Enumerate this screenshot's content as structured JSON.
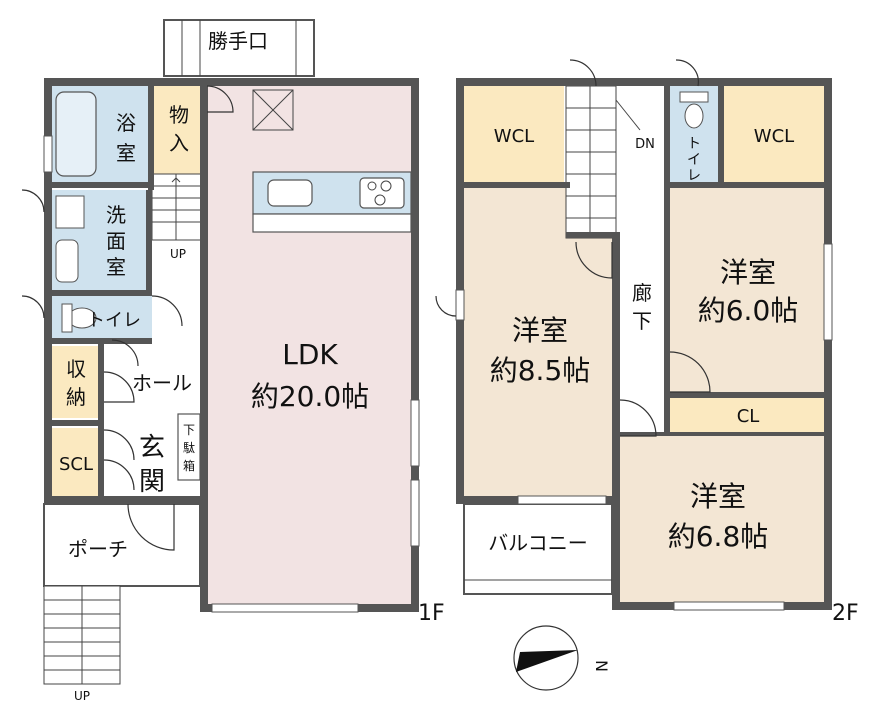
{
  "floor1": {
    "level_label": "1F",
    "katteguchi": "勝手口",
    "bath": [
      "浴",
      "室"
    ],
    "storage": [
      "物",
      "入"
    ],
    "washroom": [
      "洗",
      "面",
      "室"
    ],
    "up_stair": "UP",
    "toilet": "トイレ",
    "closet": [
      "収",
      "納"
    ],
    "hall": "ホール",
    "shoebox": [
      "下",
      "駄",
      "箱"
    ],
    "scl": "SCL",
    "entrance": [
      "玄",
      "関"
    ],
    "porch": "ポーチ",
    "ldk_name": "LDK",
    "ldk_size": "約20.0帖",
    "outside_up": "UP"
  },
  "floor2": {
    "level_label": "2F",
    "wcl_left": "WCL",
    "wcl_right": "WCL",
    "dn": "DN",
    "toilet": [
      "ト",
      "イ",
      "レ"
    ],
    "corridor": [
      "廊",
      "下"
    ],
    "room_a_name": "洋室",
    "room_a_size": "約8.5帖",
    "room_b_name": "洋室",
    "room_b_size": "約6.0帖",
    "cl": "CL",
    "balcony": "バルコニー",
    "room_c_name": "洋室",
    "room_c_size": "約6.8帖"
  },
  "compass": {
    "north": "N"
  },
  "colors": {
    "wall": "#555555",
    "ldk": "#f2e3e3",
    "wet_area": "#cfe2ee",
    "storage": "#fbe9c0",
    "bedroom": "#f3e6d4",
    "counter": "#cfe2ee"
  }
}
